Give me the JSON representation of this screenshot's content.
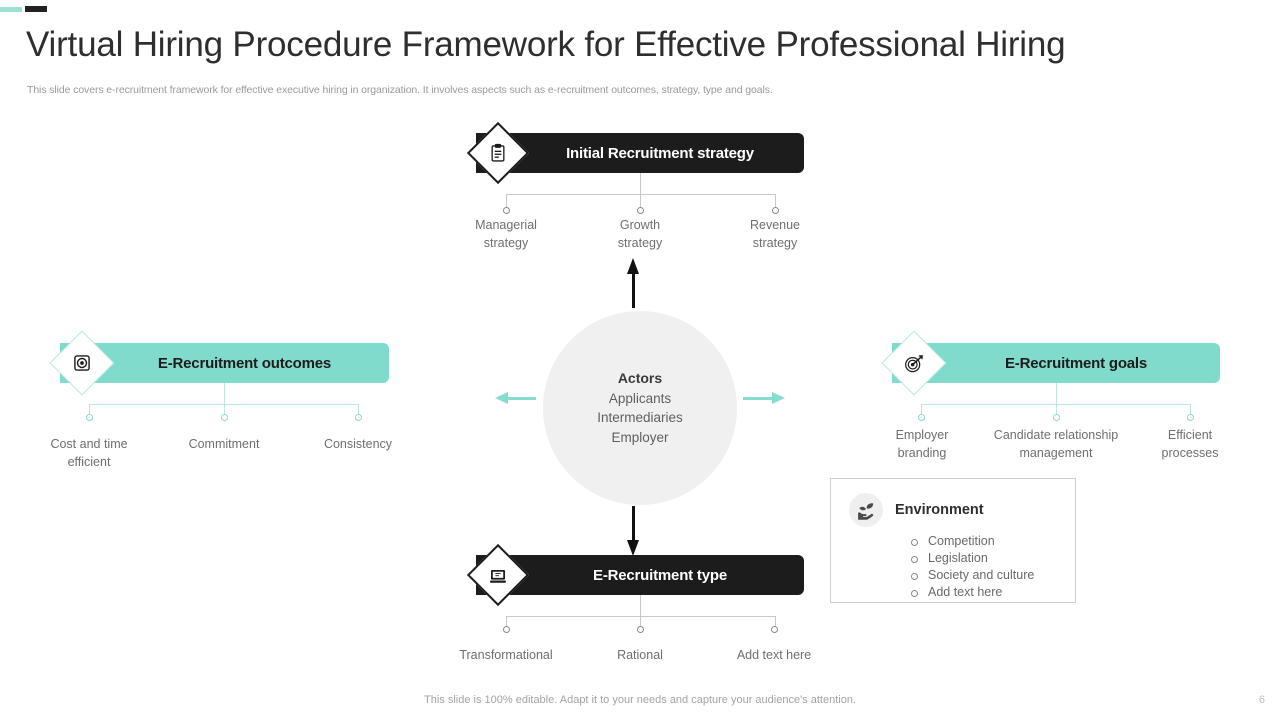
{
  "header": {
    "title": "Virtual Hiring Procedure Framework for Effective Professional Hiring",
    "subtitle": "This slide covers e-recruitment framework for effective executive hiring in organization. It involves aspects such as e-recruitment outcomes, strategy, type and goals."
  },
  "colors": {
    "teal": "#80dbcc",
    "dark": "#1c1c1c",
    "circle_gray": "#f0f0f0",
    "text_gray": "#6f6f6f"
  },
  "center": {
    "title": "Actors",
    "lines": [
      "Applicants",
      "Intermediaries",
      "Employer"
    ]
  },
  "branches": {
    "strategy": {
      "label": "Initial Recruitment strategy",
      "icon": "clipboard-checklist-icon",
      "theme": "dark",
      "items": [
        "Managerial\nstrategy",
        "Growth\nstrategy",
        "Revenue\nstrategy"
      ],
      "items_flat": [
        "Managerial strategy",
        "Growth strategy",
        "Revenue strategy"
      ]
    },
    "outcomes": {
      "label": "E-Recruitment outcomes",
      "icon": "bullseye-target-icon",
      "theme": "teal",
      "items_flat": [
        "Cost and time efficient",
        "Commitment",
        "Consistency"
      ]
    },
    "goals": {
      "label": "E-Recruitment goals",
      "icon": "target-arrow-icon",
      "theme": "teal",
      "items_flat": [
        "Employer branding",
        "Candidate relationship management",
        "Efficient processes"
      ]
    },
    "type": {
      "label": "E-Recruitment type",
      "icon": "computer-monitor-icon",
      "theme": "dark",
      "items_flat": [
        "Transformational",
        "Rational",
        "Add text here"
      ]
    }
  },
  "environment": {
    "title": "Environment",
    "icon": "hand-holding-plant-icon",
    "items": [
      "Competition",
      "Legislation",
      "Society and culture",
      "Add text here"
    ]
  },
  "labels": {
    "strategy_1a": "Managerial",
    "strategy_1b": "strategy",
    "strategy_2a": "Growth",
    "strategy_2b": "strategy",
    "strategy_3a": "Revenue",
    "strategy_3b": "strategy",
    "outcomes_1a": "Cost and time",
    "outcomes_1b": "efficient",
    "outcomes_2": "Commitment",
    "outcomes_3": "Consistency",
    "goals_1a": "Employer",
    "goals_1b": "branding",
    "goals_2a": "Candidate relationship",
    "goals_2b": "management",
    "goals_3a": "Efficient",
    "goals_3b": "processes",
    "type_1": "Transformational",
    "type_2": "Rational",
    "type_3": "Add text here"
  },
  "footer": {
    "note": "This slide is 100% editable. Adapt it to your needs and capture your audience's attention.",
    "page_number": "6"
  }
}
